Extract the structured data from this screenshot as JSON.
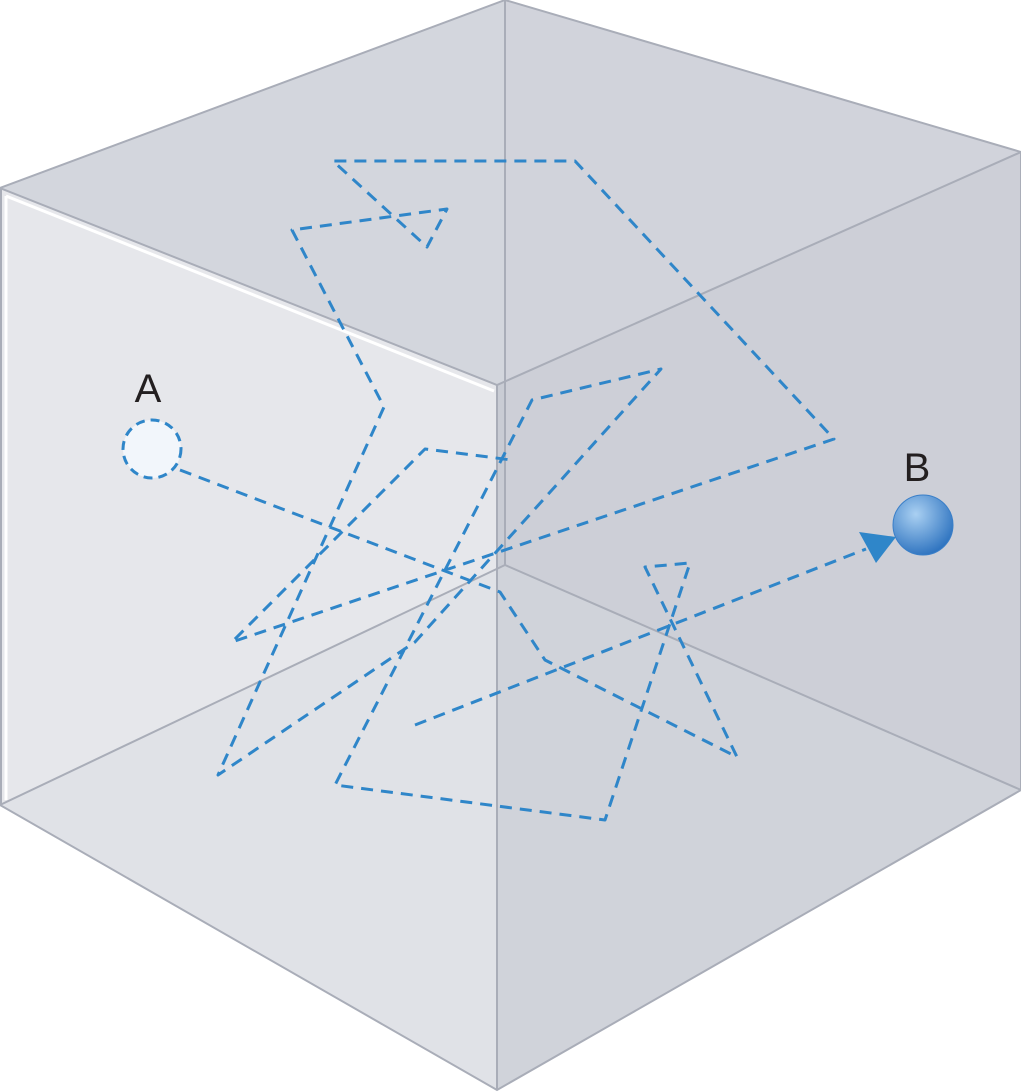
{
  "labels": {
    "start": "A",
    "end": "B"
  },
  "colors": {
    "path": "#2f86c9",
    "edge": "#a9adb8",
    "left_face": "#e6e7eb",
    "back_face": "#d3d6dd",
    "right_face": "#c9ccd4",
    "bottom_face": "#dadce2",
    "start_fill": "#f2f6fb",
    "end_sphere_light": "#aad0f2",
    "end_sphere_dark": "#2f74c0",
    "label": "#231f20"
  },
  "icons": {
    "start_marker": "dashed-circle",
    "end_marker": "blue-sphere",
    "arrowhead": "triangle-arrow"
  }
}
